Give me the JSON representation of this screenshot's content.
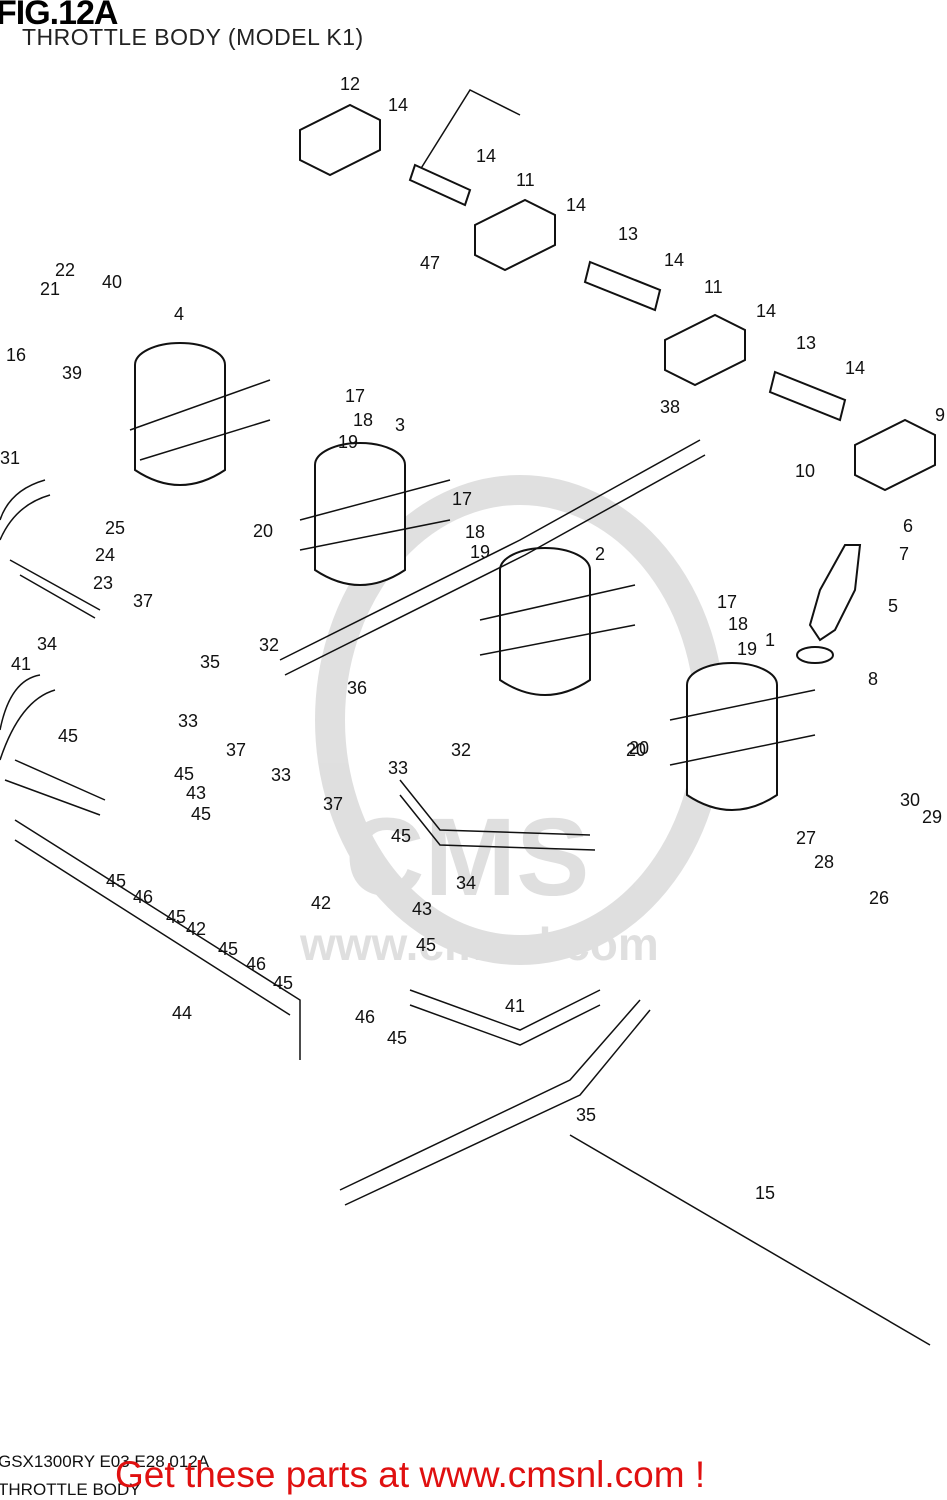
{
  "header": {
    "figure": "FIG.12A",
    "subtitle": "THROTTLE BODY (MODEL K1)"
  },
  "footer": {
    "model_code": "GSX1300RY E03 E28 012A",
    "section": "THROTTLE BODY",
    "banner": "Get these parts at www.cmsnl.com !"
  },
  "watermark": {
    "text": "www.cmsnl.com",
    "logo_text": "CMS"
  },
  "callouts": [
    "12",
    "14",
    "14",
    "11",
    "47",
    "14",
    "13",
    "14",
    "11",
    "14",
    "13",
    "14",
    "9",
    "10",
    "6",
    "7",
    "5",
    "8",
    "4",
    "22",
    "21",
    "40",
    "16",
    "39",
    "31",
    "17",
    "18",
    "19",
    "3",
    "17",
    "18",
    "19",
    "2",
    "17",
    "18",
    "19",
    "1",
    "38",
    "25",
    "24",
    "23",
    "20",
    "20",
    "37",
    "34",
    "35",
    "32",
    "36",
    "33",
    "41",
    "45",
    "37",
    "33",
    "37",
    "45",
    "43",
    "45",
    "33",
    "32",
    "20",
    "30",
    "29",
    "27",
    "28",
    "26",
    "34",
    "45",
    "43",
    "45",
    "45",
    "46",
    "45",
    "42",
    "45",
    "46",
    "45",
    "42",
    "41",
    "44",
    "46",
    "45",
    "35",
    "15"
  ]
}
